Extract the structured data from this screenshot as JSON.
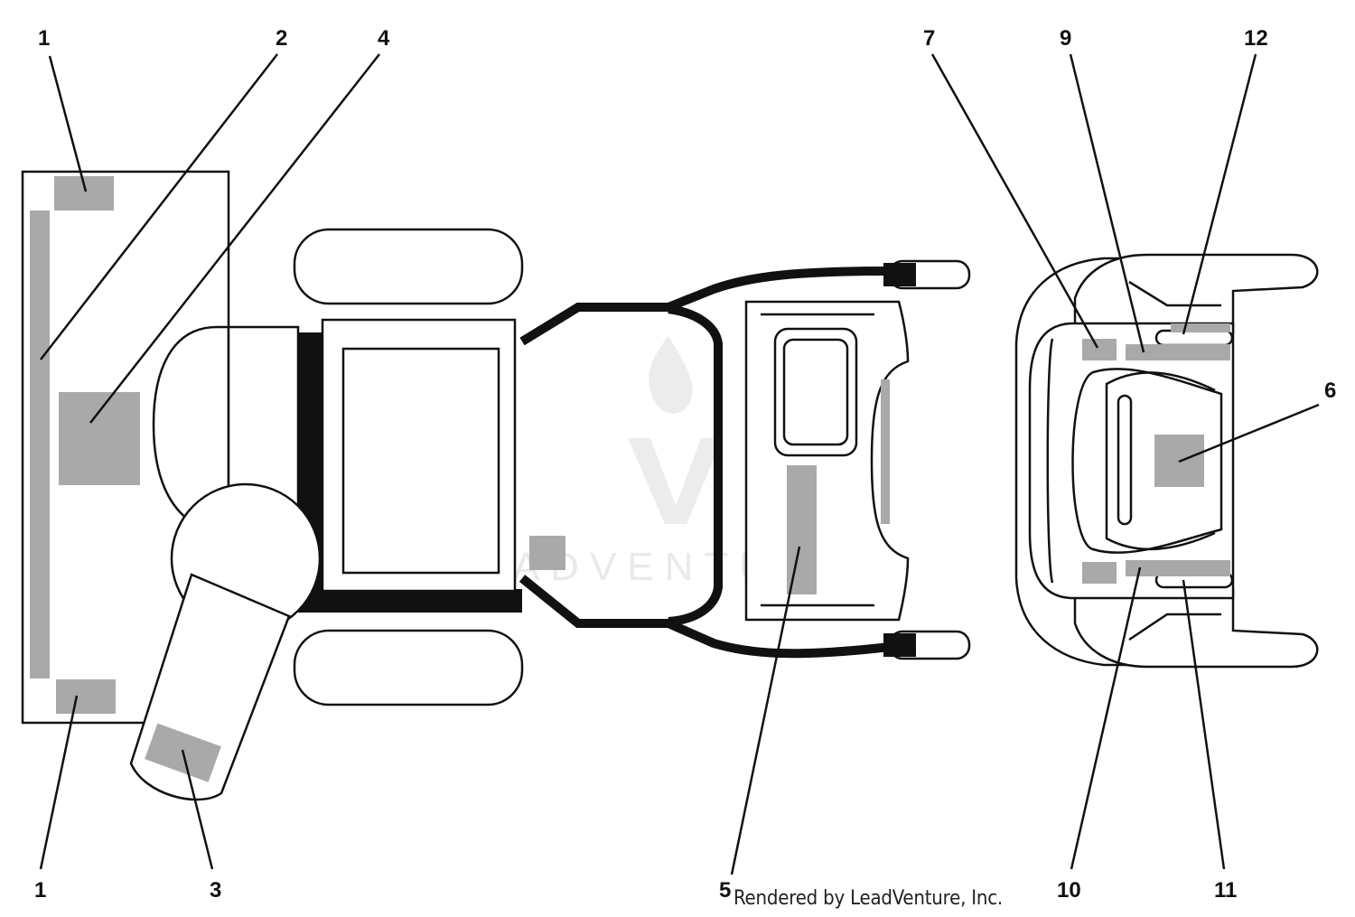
{
  "callouts": [
    {
      "id": "c1a",
      "text": "1"
    },
    {
      "id": "c2",
      "text": "2"
    },
    {
      "id": "c4",
      "text": "4"
    },
    {
      "id": "c7",
      "text": "7"
    },
    {
      "id": "c9",
      "text": "9"
    },
    {
      "id": "c12",
      "text": "12"
    },
    {
      "id": "c6",
      "text": "6"
    },
    {
      "id": "c1b",
      "text": "1"
    },
    {
      "id": "c3",
      "text": "3"
    },
    {
      "id": "c5",
      "text": "5"
    },
    {
      "id": "c10",
      "text": "10"
    },
    {
      "id": "c11",
      "text": "11"
    }
  ],
  "credit": "Rendered by LeadVenture, Inc.",
  "watermark": "LEADVENTURE",
  "colors": {
    "line": "#111111",
    "decal": "#a9a9a9",
    "watermark": "#e9e9e9",
    "background": "#ffffff"
  }
}
